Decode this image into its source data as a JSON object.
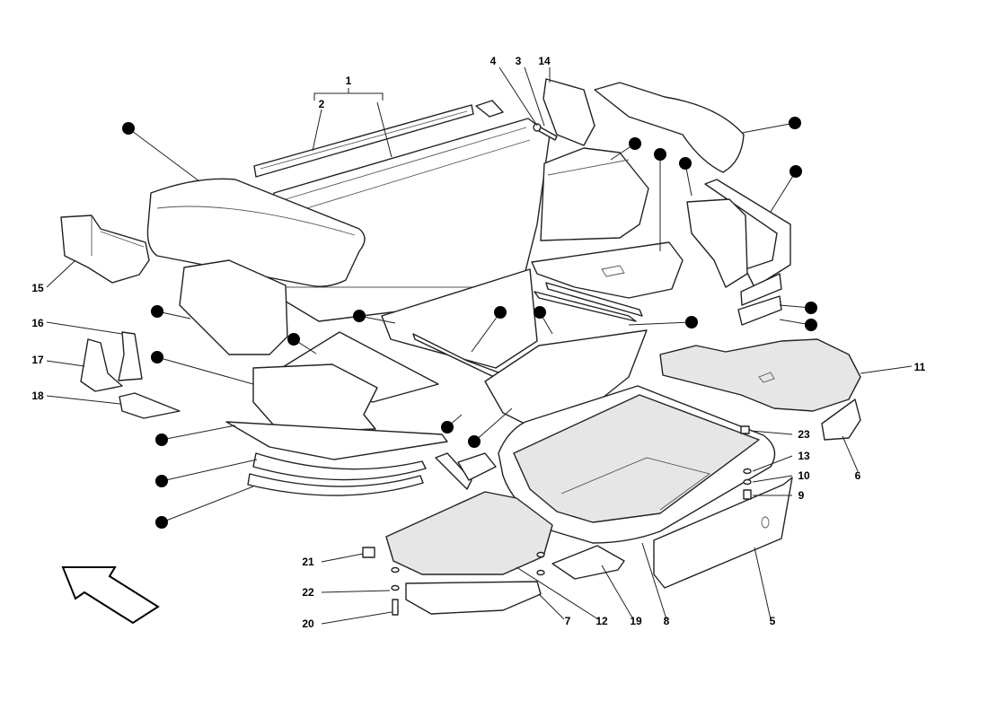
{
  "diagram": {
    "colors": {
      "line": "#222222",
      "carpet": "#e6e6e6",
      "paper": "#ffffff",
      "marker": "#000000"
    },
    "callouts": {
      "c1": "1",
      "c2": "2",
      "c3": "3",
      "c4": "4",
      "c5": "5",
      "c6": "6",
      "c7": "7",
      "c8": "8",
      "c9": "9",
      "c10": "10",
      "c11": "11",
      "c12": "12",
      "c13": "13",
      "c14": "14",
      "c15": "15",
      "c16": "16",
      "c17": "17",
      "c18": "18",
      "c19": "19",
      "c20": "20",
      "c21": "21",
      "c22": "22",
      "c23": "23"
    },
    "marker_shape": "filled-circle",
    "orientation_icon": "front-direction-arrow-icon"
  }
}
